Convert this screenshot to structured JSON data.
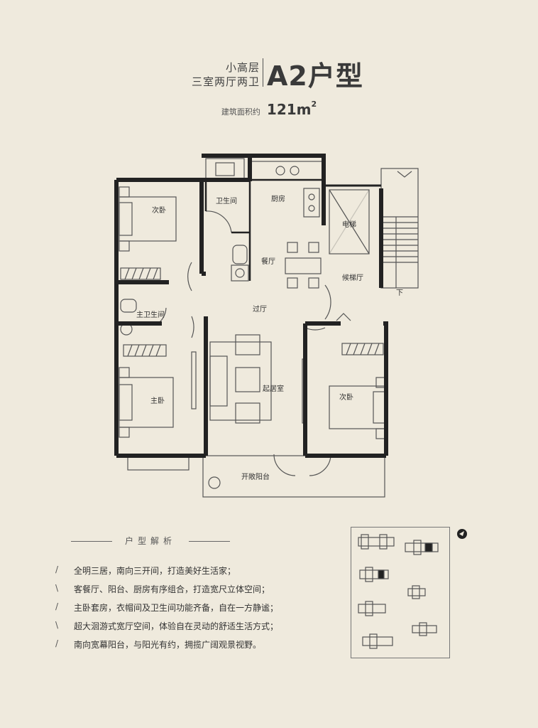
{
  "header": {
    "building_type": "小高层",
    "layout": "三室两厅两卫",
    "unit_name": "A2户型",
    "area_label": "建筑面积约",
    "area_value": "121m",
    "area_unit_sup": "2"
  },
  "rooms": {
    "second_bedroom_1": "次卧",
    "bathroom": "卫生间",
    "kitchen": "厨房",
    "elevator": "电梯",
    "dining": "餐厅",
    "elevator_hall": "候梯厅",
    "stair_down": "下",
    "master_bathroom": "主卫生间",
    "corridor": "过厅",
    "living_room": "起居室",
    "master_bedroom": "主卧",
    "second_bedroom_2": "次卧",
    "balcony": "开敞阳台"
  },
  "analysis": {
    "title": "户型解析",
    "items": [
      {
        "mark": "/",
        "text": "全明三居，南向三开间，打造美好生活家；"
      },
      {
        "mark": "\\",
        "text": "客餐厅、阳台、厨房有序组合，打造宽尺立体空间；"
      },
      {
        "mark": "/",
        "text": "主卧套房，衣帽间及卫生间功能齐备，自在一方静谧；"
      },
      {
        "mark": "\\",
        "text": "超大洄游式宽厅空间，体验自在灵动的舒适生活方式；"
      },
      {
        "mark": "/",
        "text": "南向宽幕阳台，与阳光有约，拥揽广阔观景视野。"
      }
    ]
  },
  "colors": {
    "background": "#efeadd",
    "wall": "#222222",
    "line": "#555555",
    "highlight": "#222222"
  },
  "icons": {
    "north_arrow": "north-arrow-icon"
  }
}
